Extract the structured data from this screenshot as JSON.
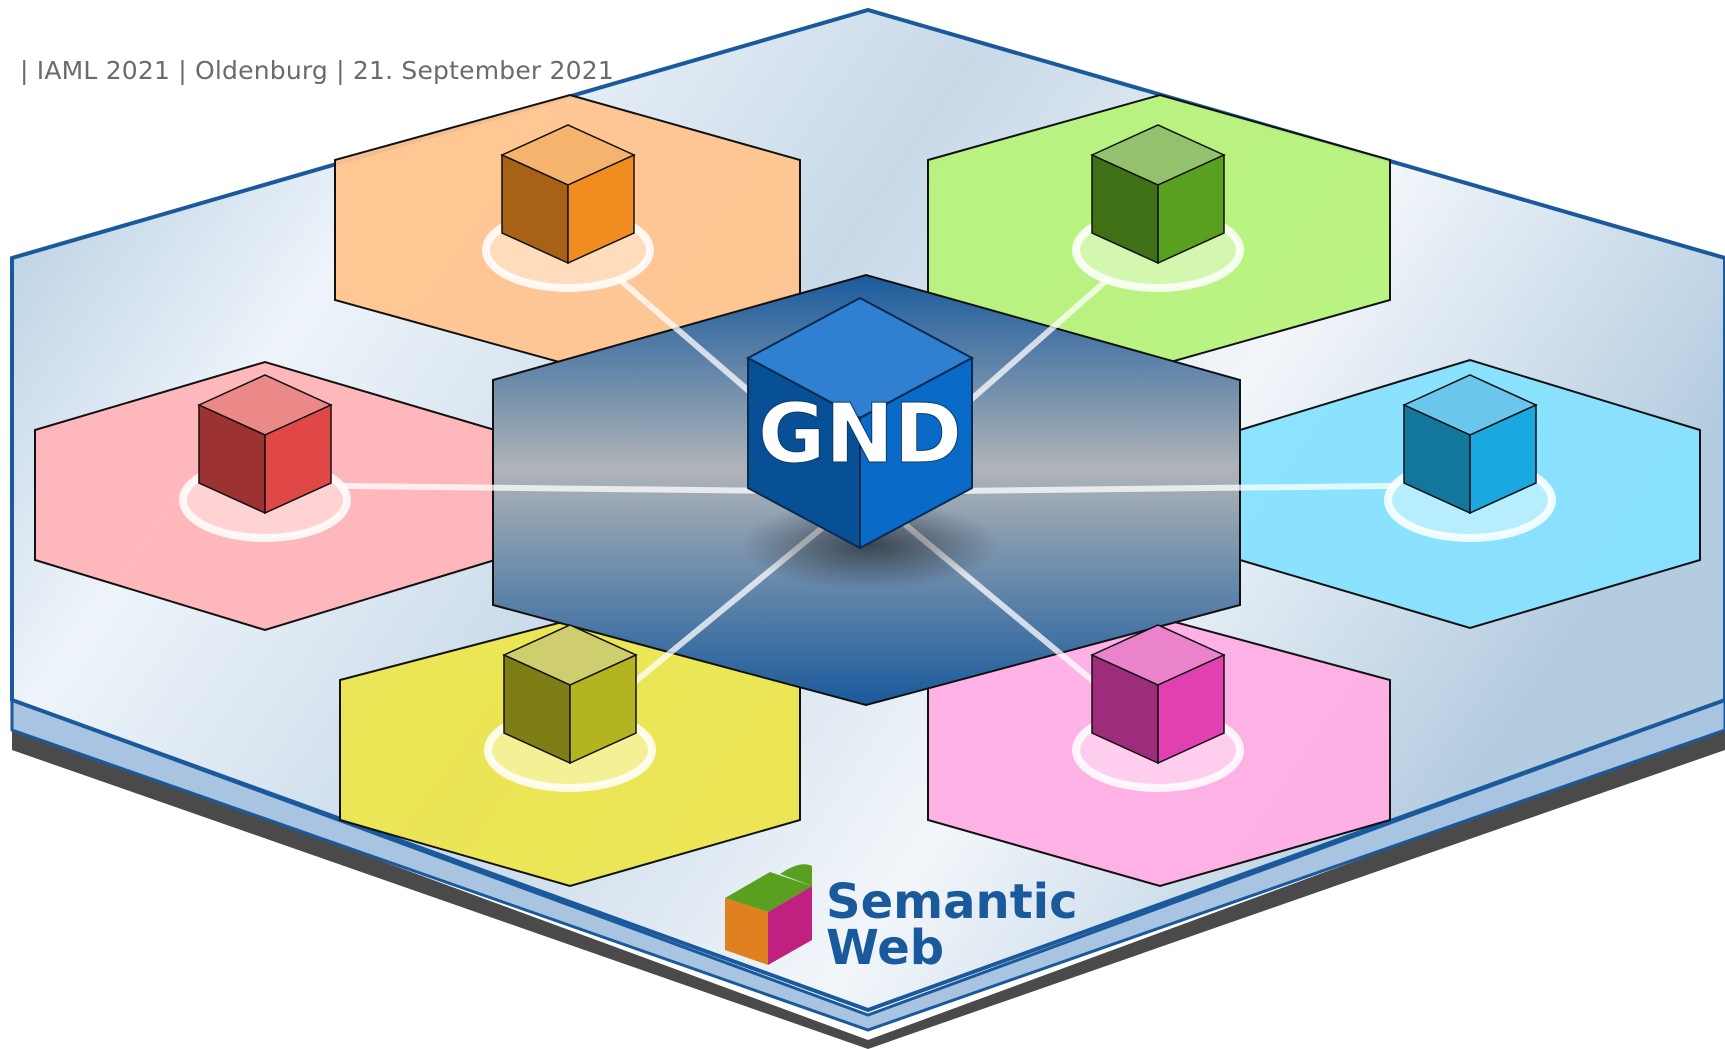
{
  "header": {
    "text": "| IAML 2021 | Oldenburg | 21. September 2021"
  },
  "hub": {
    "label": "GND",
    "color": "#0a6ac8"
  },
  "nodes": [
    {
      "id": "orange",
      "color": "#f08c20",
      "fill": "#ffc48e"
    },
    {
      "id": "green",
      "color": "#5aa020",
      "fill": "#b6f27a"
    },
    {
      "id": "red",
      "color": "#e04848",
      "fill": "#ffb4b8"
    },
    {
      "id": "cyan",
      "color": "#1aa8e0",
      "fill": "#86e2ff"
    },
    {
      "id": "yellow",
      "color": "#b4b420",
      "fill": "#ece64e"
    },
    {
      "id": "pink",
      "color": "#e040b0",
      "fill": "#ffaee4"
    }
  ],
  "logo": {
    "line1": "Semantic",
    "line2": "Web",
    "text_color": "#1a5a9c"
  },
  "platform": {
    "border_color": "#1a5a9c"
  }
}
